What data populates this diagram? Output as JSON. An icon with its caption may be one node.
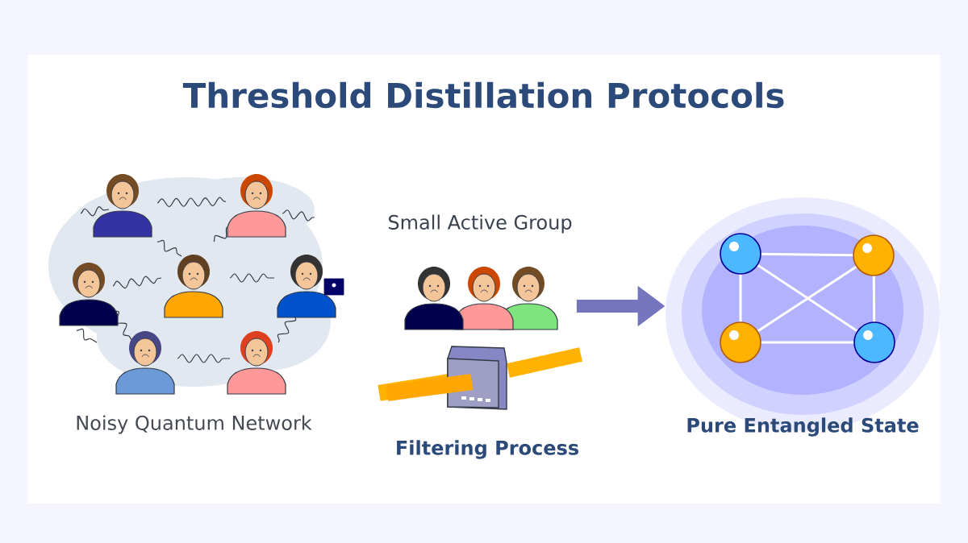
{
  "diagram": {
    "title": "Threshold Distillation Protocols",
    "nodes": [
      {
        "text": [
          "Noisy Quantum Network"
        ]
      },
      {
        "text": [
          "Small Active Group",
          "Filtering Process"
        ]
      },
      {
        "text": [
          "Pure Entangled State"
        ]
      }
    ],
    "edges": [
      {
        "from": 1,
        "to": 2,
        "arrow": "to"
      }
    ]
  }
}
